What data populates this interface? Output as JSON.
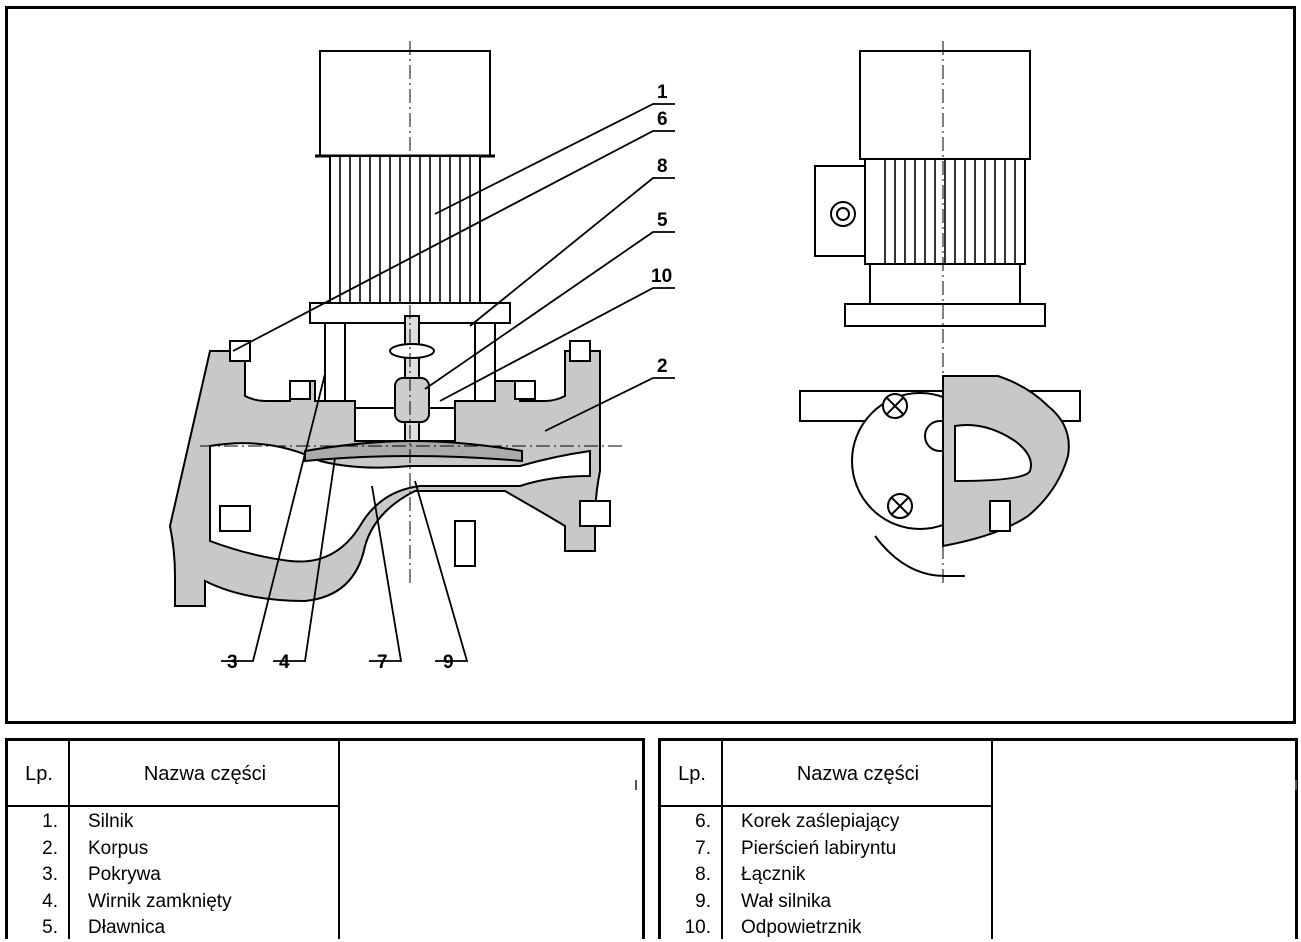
{
  "callouts": [
    "1",
    "6",
    "8",
    "5",
    "10",
    "2",
    "3",
    "4",
    "7",
    "9"
  ],
  "parts_table_left": {
    "header_lp": "Lp.",
    "header_name": "Nazwa części",
    "rows": [
      {
        "num": "1.",
        "name": "Silnik"
      },
      {
        "num": "2.",
        "name": "Korpus"
      },
      {
        "num": "3.",
        "name": "Pokrywa"
      },
      {
        "num": "4.",
        "name": "Wirnik zamknięty"
      },
      {
        "num": "5.",
        "name": "Dławnica"
      }
    ]
  },
  "parts_table_right": {
    "header_lp": "Lp.",
    "header_name": "Nazwa części",
    "rows": [
      {
        "num": "6.",
        "name": "Korek zaślepiający"
      },
      {
        "num": "7.",
        "name": "Pierścień labiryntu"
      },
      {
        "num": "8.",
        "name": "Łącznik"
      },
      {
        "num": "9.",
        "name": "Wał silnika"
      },
      {
        "num": "10.",
        "name": "Odpowietrznik"
      }
    ]
  }
}
